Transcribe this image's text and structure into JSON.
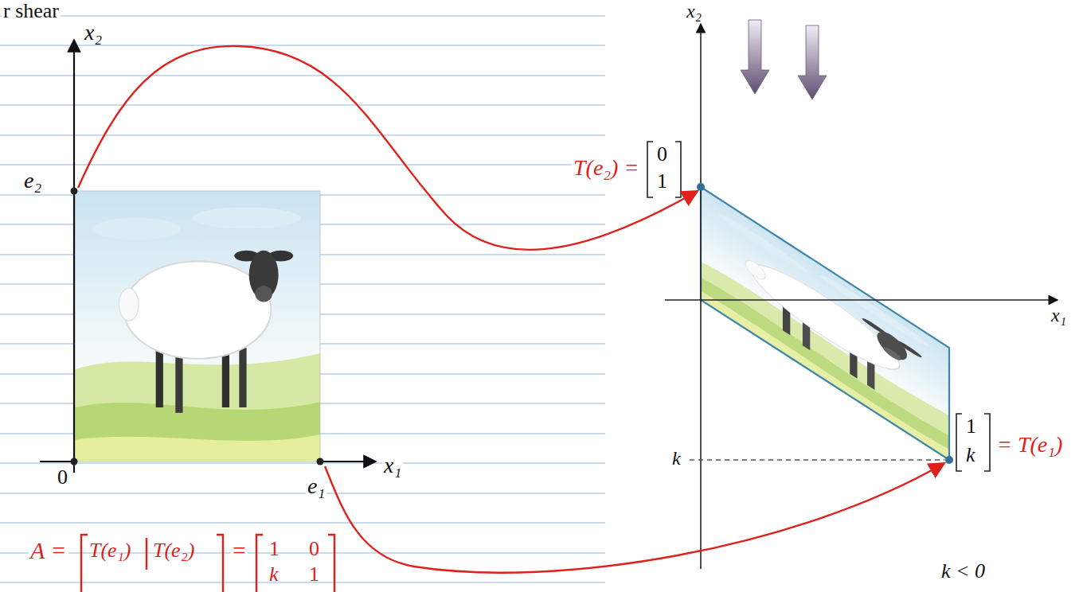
{
  "diagram": {
    "labels": [
      "r shear",
      "x₂",
      "e₂",
      "0",
      "e₁",
      "x₁",
      "A =",
      "T(e₁)",
      "T(e₂)",
      "=",
      "1",
      "0",
      "k",
      "1",
      "x₂",
      "x₁",
      "T(e₂) =",
      "0",
      "1",
      "1",
      "k",
      "= T(e₁)",
      "k",
      "k < 0"
    ]
  }
}
